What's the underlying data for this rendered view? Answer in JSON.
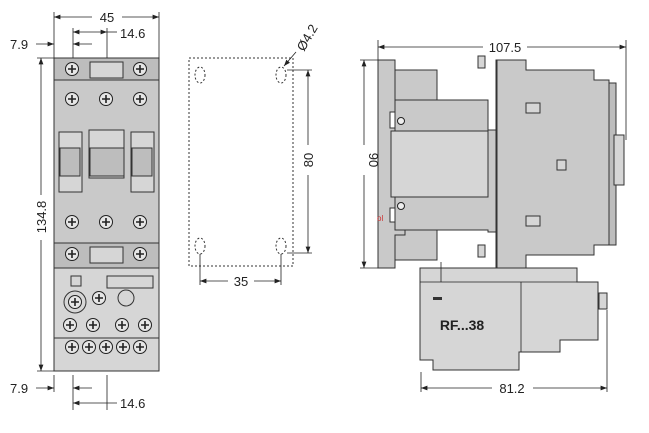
{
  "front_view": {
    "width": "45",
    "pitch_top": "14.6",
    "offset_top": "7.9",
    "height": "134.8",
    "offset_bottom": "7.9",
    "pitch_bottom": "14.6"
  },
  "drilling_plan": {
    "hole_diameter": "Ø4.2",
    "vertical_spacing": "80",
    "horizontal_spacing": "35"
  },
  "side_view": {
    "depth": "107.5",
    "height": "90",
    "overload_depth": "81.2",
    "overload_label": "RF...38"
  }
}
